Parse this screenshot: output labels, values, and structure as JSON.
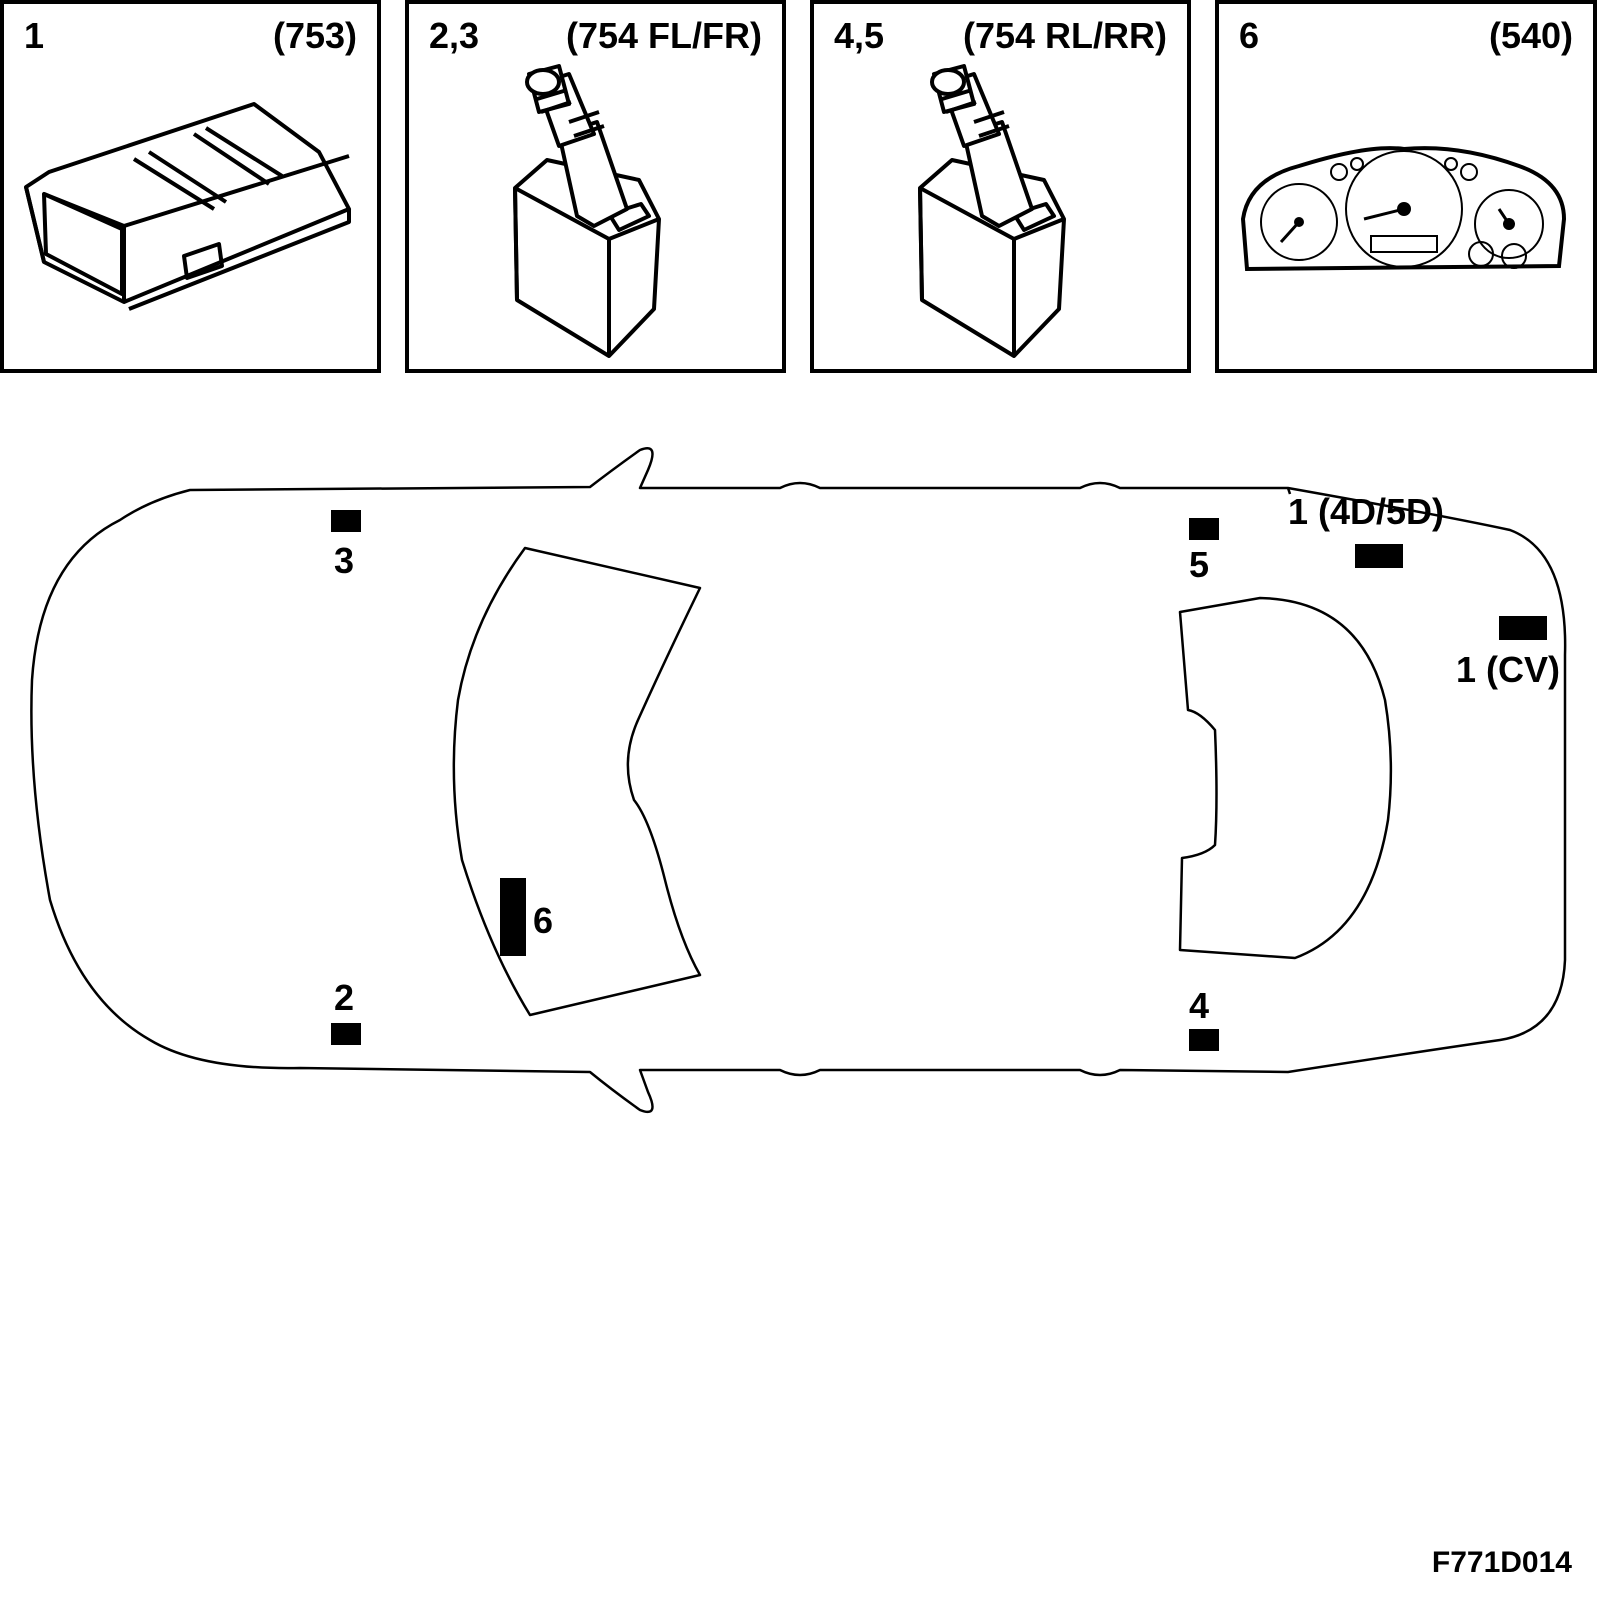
{
  "panels": [
    {
      "number": "1",
      "code": "(753)",
      "component_icon": "control-module-icon"
    },
    {
      "number": "2,3",
      "code": "(754 FL/FR)",
      "component_icon": "tire-pressure-sensor-icon"
    },
    {
      "number": "4,5",
      "code": "(754 RL/RR)",
      "component_icon": "tire-pressure-sensor-icon"
    },
    {
      "number": "6",
      "code": "(540)",
      "component_icon": "instrument-cluster-icon"
    }
  ],
  "car_labels": {
    "front_right": "3",
    "front_left": "2",
    "rear_right": "5",
    "rear_left": "4",
    "cluster": "6",
    "module_sedan": "1 (4D/5D)",
    "module_wagon": "1 (CV)"
  },
  "figure_code": "F771D014"
}
